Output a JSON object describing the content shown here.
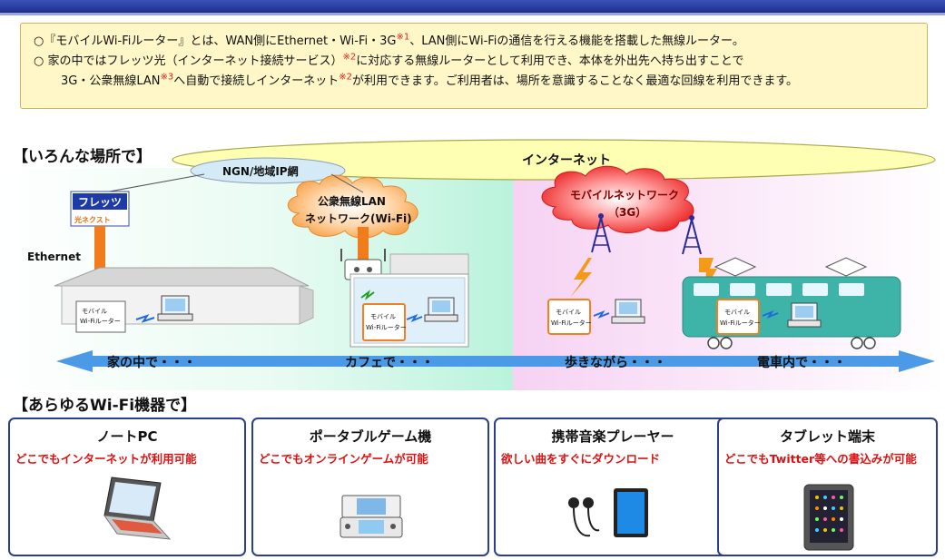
{
  "notice": {
    "line1": {
      "a": "○『モバイルWi-Fiルーター』とは、WAN側にEthernet・Wi-Fi・3G",
      "n1": "※1",
      "b": "、LAN側にWi-Fiの通信を行える機能を搭載した無線ルーター。"
    },
    "line2": {
      "a": "○ 家の中ではフレッツ光（インターネット接続サービス）",
      "n1": "※2",
      "b": "に対応する無線ルーターとして利用でき、本体を外出先へ持ち出すことで"
    },
    "line3": {
      "a": "3G・公衆無線LAN",
      "n1": "※3",
      "b": "へ自動で接続しインターネット",
      "n2": "※2",
      "c": "が利用できます。ご利用者は、場所を意識することなく最適な回線を利用できます。"
    }
  },
  "section1": {
    "title": "【いろんな場所で】"
  },
  "network": {
    "internet": "インターネット",
    "ngn": "NGN/地域IP網",
    "public_lan_1": "公衆無線LAN",
    "public_lan_2": "ネットワーク(Wi-Fi)",
    "mobile_1": "モバイルネットワーク",
    "mobile_2": "（3G）",
    "flets_logo_1": "フレッツ",
    "flets_logo_2": "光ネクスト",
    "ethernet": "Ethernet"
  },
  "router_label": {
    "line1": "モバイル",
    "line2": "Wi-Fiルーター"
  },
  "places": [
    {
      "label": "家の中で・・・"
    },
    {
      "label": "カフェで・・・"
    },
    {
      "label": "歩きながら・・・"
    },
    {
      "label": "電車内で・・・"
    }
  ],
  "section2": {
    "title": "【あらゆるWi-Fi機器で】"
  },
  "devices": [
    {
      "title": "ノートPC",
      "desc": "どこでもインターネットが利用可能",
      "icon": "laptop-icon"
    },
    {
      "title": "ポータブルゲーム機",
      "desc": "どこでもオンラインゲームが可能",
      "icon": "game-console-icon"
    },
    {
      "title": "携帯音楽プレーヤー",
      "desc": "欲しい曲をすぐにダウンロード",
      "icon": "music-player-icon"
    },
    {
      "title": "タブレット端末",
      "desc": "どこでもTwitter等への書込みが可能",
      "icon": "tablet-icon"
    }
  ],
  "colors": {
    "accent": "#2c3f8c",
    "red": "#e01010",
    "arrow": "#4a9ae8",
    "orange": "#f07c1c",
    "notice_bg": "#fff7c8"
  }
}
